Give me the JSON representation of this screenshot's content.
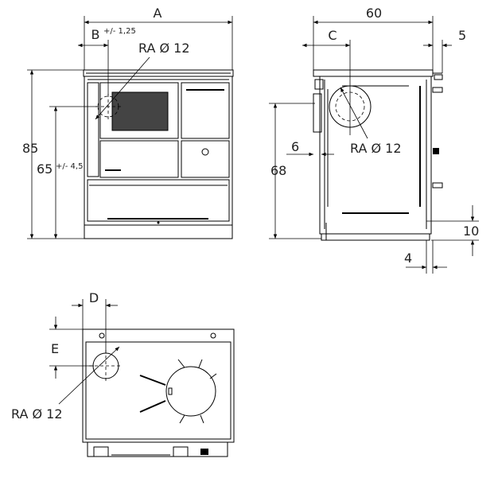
{
  "front_view": {
    "dim_a": "A",
    "dim_b": "B",
    "tol_b": "+/- 1,25",
    "vent_label": "RA Ø 12",
    "height_total": "85",
    "height_connection": "65",
    "tol_height": "+/- 4,5"
  },
  "side_view": {
    "depth": "60",
    "dim_c": "C",
    "offset_top": "5",
    "offset_side": "6",
    "vent_label": "RA Ø 12",
    "height_connection": "68",
    "foot_height": "10",
    "foot_offset": "4"
  },
  "top_view": {
    "dim_d": "D",
    "dim_e": "E",
    "vent_label": "RA Ø 12"
  }
}
